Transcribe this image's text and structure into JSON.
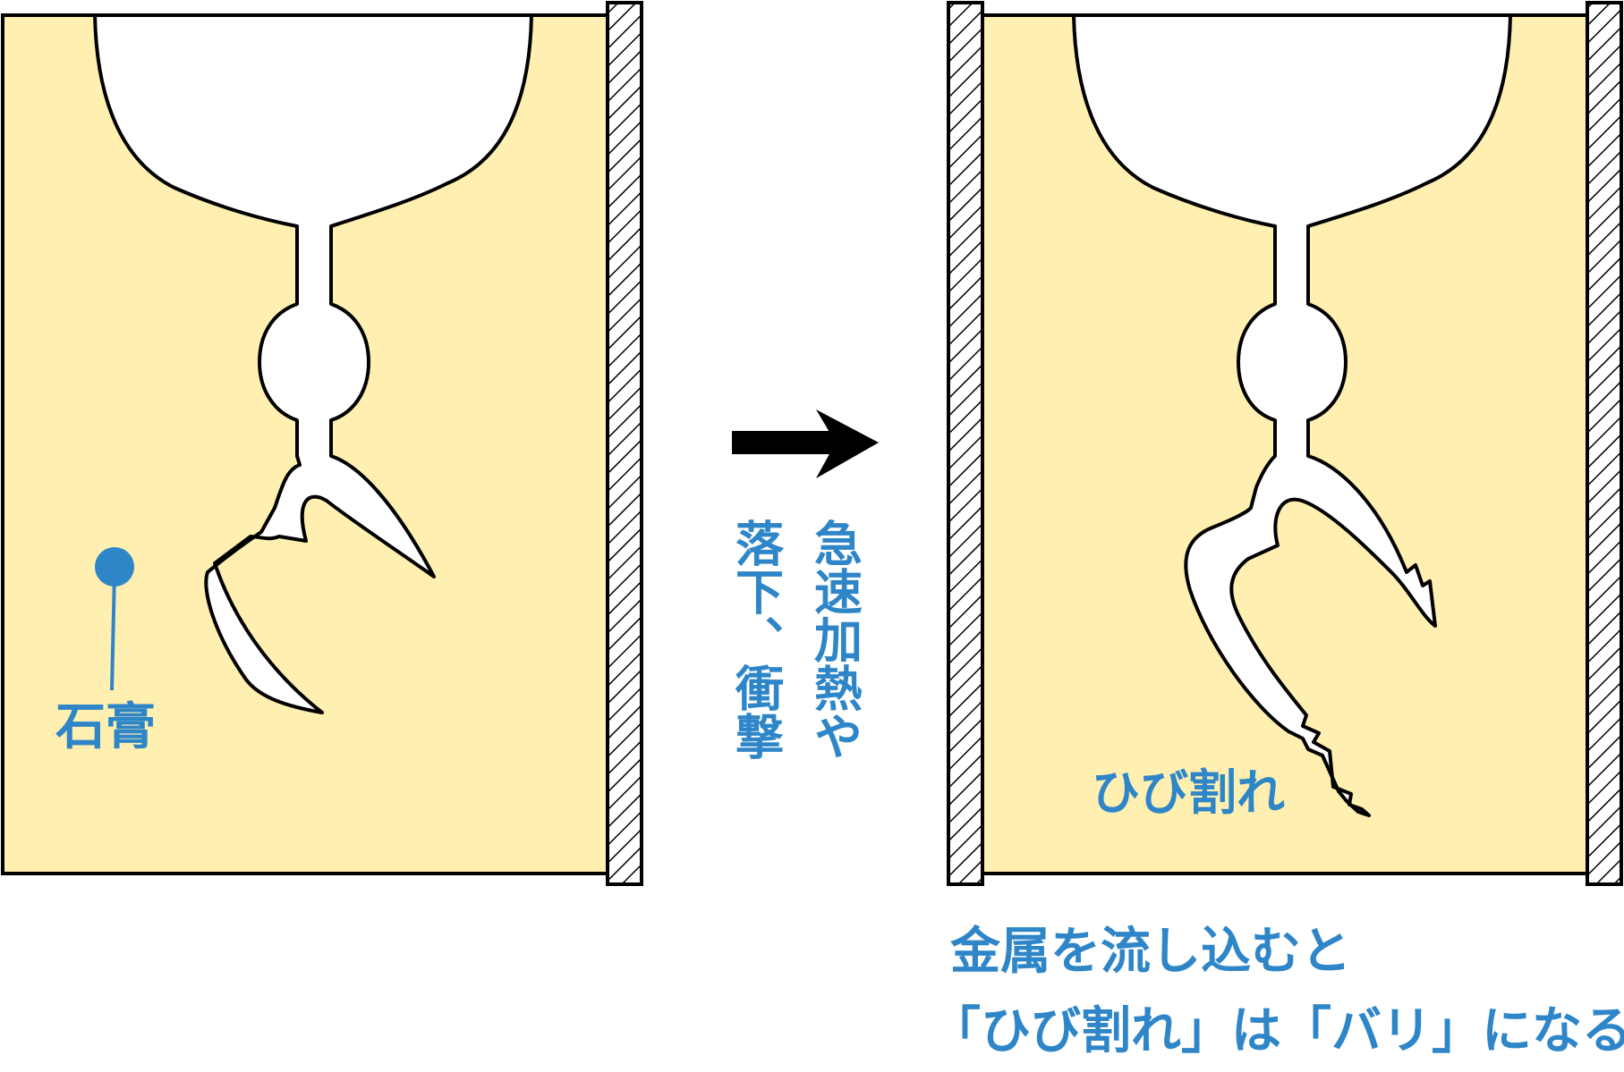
{
  "colors": {
    "plaster": "#FFEFB0",
    "accent": "#2E86C8",
    "outline": "#000000",
    "cavity": "#FFFFFF"
  },
  "labels": {
    "plaster": "石膏",
    "cause_line1": "急速加熱や",
    "cause_line2": "落下、衝撃",
    "crack": "ひび割れ",
    "result_line1": "金属を流し込むと",
    "result_line2": "「ひび割れ」は「バリ」になる"
  },
  "icons": {
    "arrow": "arrow-right-icon",
    "pin": "pin-marker-icon"
  }
}
